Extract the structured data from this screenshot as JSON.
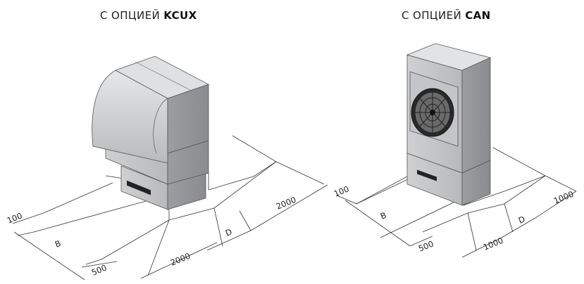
{
  "titles": {
    "left_prefix": "С ОПЦИЕЙ ",
    "left_option": "KCUX",
    "right_prefix": "С ОПЦИЕЙ ",
    "right_option": "CAN"
  },
  "left_dimensions": {
    "d100": "100",
    "b": "B",
    "d500": "500",
    "d2000_bottom": "2000",
    "d": "D",
    "d2000_right": "2000"
  },
  "right_dimensions": {
    "d100": "100",
    "b": "B",
    "d500": "500",
    "d1000_bottom": "1000",
    "d": "D",
    "d1000_right": "1000"
  }
}
